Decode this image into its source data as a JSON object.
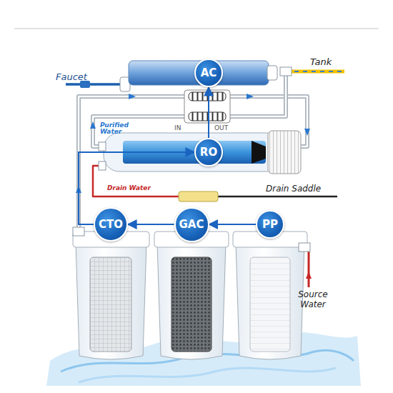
{
  "diagram": {
    "nodes": [
      {
        "text": [
          "AC"
        ]
      },
      {
        "text": [
          "RO"
        ]
      },
      {
        "text": [
          "CTO"
        ]
      },
      {
        "text": [
          "GAC"
        ]
      },
      {
        "text": [
          "PP"
        ]
      }
    ],
    "edges": [
      {
        "from": 4,
        "to": 3,
        "arrow": "to"
      },
      {
        "from": 3,
        "to": 2,
        "arrow": "to"
      },
      {
        "from": 2,
        "to": 1,
        "arrow": "to"
      },
      {
        "from": 1,
        "to": 0,
        "arrow": "to"
      }
    ],
    "labels": [
      "Faucet",
      "Tank",
      "IN",
      "OUT",
      "Purified Water",
      "Drain Water",
      "Drain Saddle",
      "Source Water"
    ]
  }
}
